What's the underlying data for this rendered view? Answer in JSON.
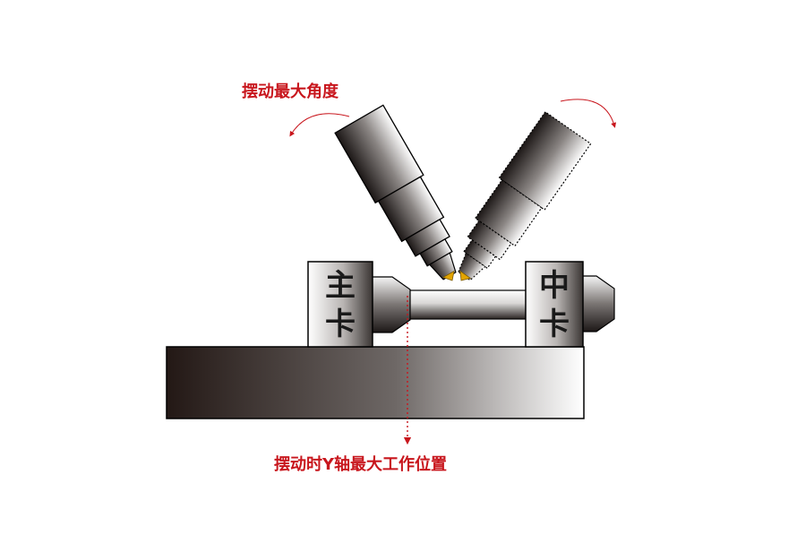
{
  "labels": {
    "swing_max_angle": "摆动最大角度",
    "y_axis_max_position": "摆动时Y轴最大工作位置"
  },
  "chucks": {
    "main_chuck": [
      "主",
      "卡"
    ],
    "middle_chuck": [
      "中",
      "卡"
    ]
  },
  "colors": {
    "annotation_red": "#c8161d",
    "tool_tip_gold": "#e2a400"
  }
}
